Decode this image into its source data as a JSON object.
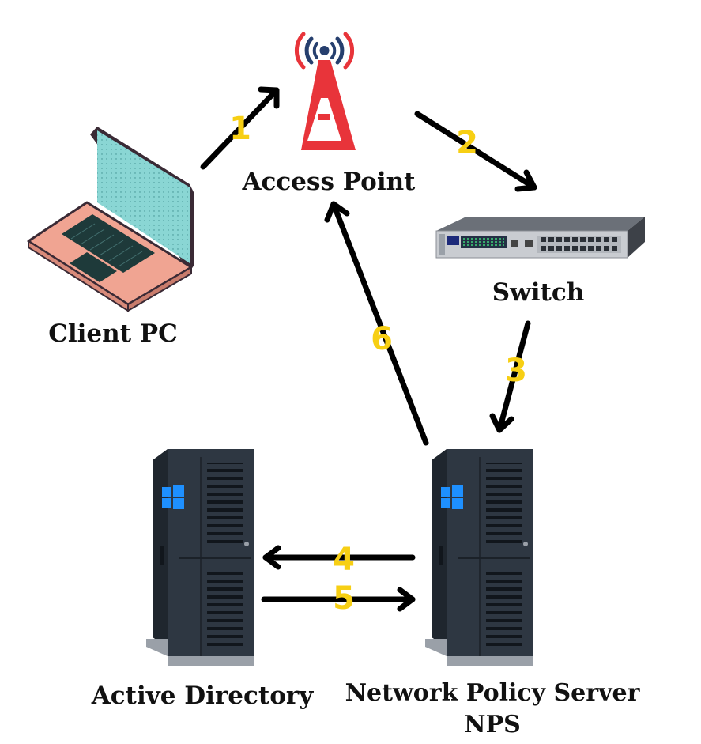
{
  "nodes": {
    "access_point": {
      "label": "Access Point"
    },
    "client_pc": {
      "label": "Client PC"
    },
    "switch": {
      "label": "Switch"
    },
    "active_directory": {
      "label": "Active Directory"
    },
    "nps": {
      "label_line1": "Network Policy Server",
      "label_line2": "NPS"
    }
  },
  "steps": [
    {
      "number": "1",
      "from": "Client PC",
      "to": "Access Point"
    },
    {
      "number": "2",
      "from": "Access Point",
      "to": "Switch"
    },
    {
      "number": "3",
      "from": "Switch",
      "to": "Network Policy Server"
    },
    {
      "number": "4",
      "from": "Network Policy Server",
      "to": "Active Directory"
    },
    {
      "number": "5",
      "from": "Active Directory",
      "to": "Network Policy Server"
    },
    {
      "number": "6",
      "from": "Network Policy Server",
      "to": "Access Point"
    }
  ],
  "colors": {
    "step_number": "#f7cf14",
    "arrow": "#000000",
    "antenna_red": "#e8343a",
    "antenna_navy": "#263f6e",
    "laptop_screen": "#8ad6d4",
    "laptop_body": "#f0a492",
    "laptop_outline": "#3a2a35",
    "server_body": "#2e3742",
    "windows_logo": "#1e90ff"
  }
}
